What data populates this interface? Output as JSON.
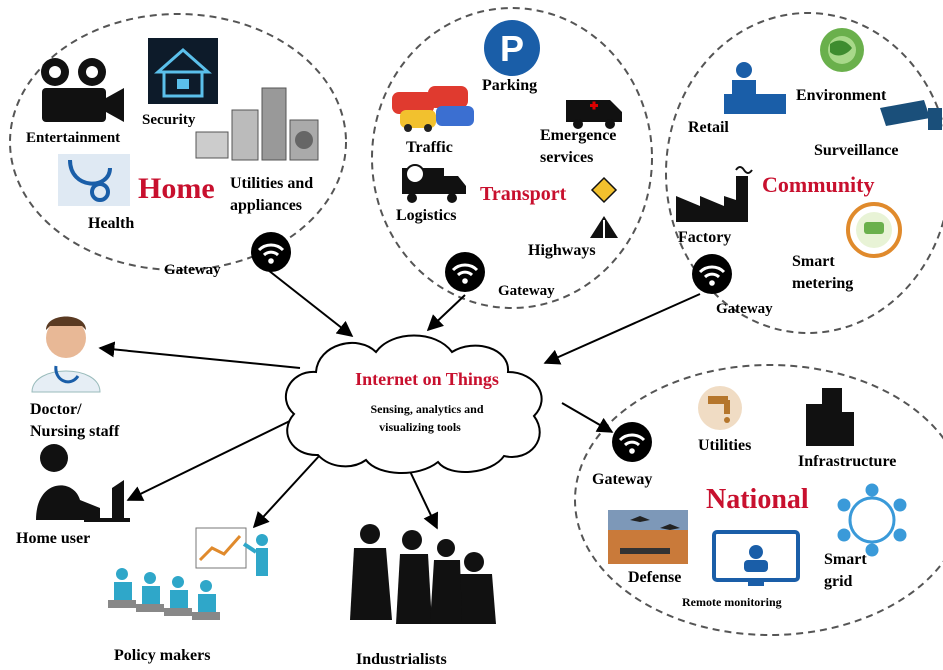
{
  "center": {
    "title": "Internet on Things",
    "subtitle_line1": "Sensing, analytics and",
    "subtitle_line2": "visualizing tools"
  },
  "home": {
    "title": "Home",
    "entertainment": "Entertainment",
    "security": "Security",
    "utilities_line1": "Utilities and",
    "utilities_line2": "appliances",
    "health": "Health",
    "gateway": "Gateway"
  },
  "transport": {
    "title": "Transport",
    "parking": "Parking",
    "traffic": "Traffic",
    "emergency_line1": "Emergence",
    "emergency_line2": "services",
    "logistics": "Logistics",
    "highways": "Highways",
    "gateway": "Gateway"
  },
  "community": {
    "title": "Community",
    "retail": "Retail",
    "environment": "Environment",
    "surveillance": "Surveillance",
    "factory": "Factory",
    "metering_line1": "Smart",
    "metering_line2": "metering",
    "gateway": "Gateway"
  },
  "national": {
    "title": "National",
    "gateway": "Gateway",
    "utilities": "Utilities",
    "infrastructure": "Infrastructure",
    "defense": "Defense",
    "grid_line1": "Smart",
    "grid_line2": "grid",
    "remote": "Remote monitoring"
  },
  "users": {
    "doctor_line1": "Doctor/",
    "doctor_line2": "Nursing staff",
    "home_user": "Home user",
    "policy": "Policy makers",
    "industrialists": "Industrialists"
  },
  "colors": {
    "accent_red": "#c8102e",
    "icon_blue": "#1a5ea8",
    "green": "#6ab04c",
    "orange": "#e08a2c",
    "dashed": "#555555"
  },
  "icons": [
    "wifi-icon",
    "film-camera-icon",
    "house-lock-icon",
    "appliances-icon",
    "stethoscope-icon",
    "parking-icon",
    "cars-icon",
    "ambulance-icon",
    "truck-icon",
    "road-sign-icon",
    "cashier-icon",
    "globe-icon",
    "cctv-icon",
    "factory-icon",
    "meter-icon",
    "tap-icon",
    "skyscraper-icon",
    "jets-icon",
    "monitor-icon",
    "grid-ring-icon",
    "doctor-icon",
    "laptop-user-icon",
    "presenter-icon",
    "businessmen-icon"
  ]
}
